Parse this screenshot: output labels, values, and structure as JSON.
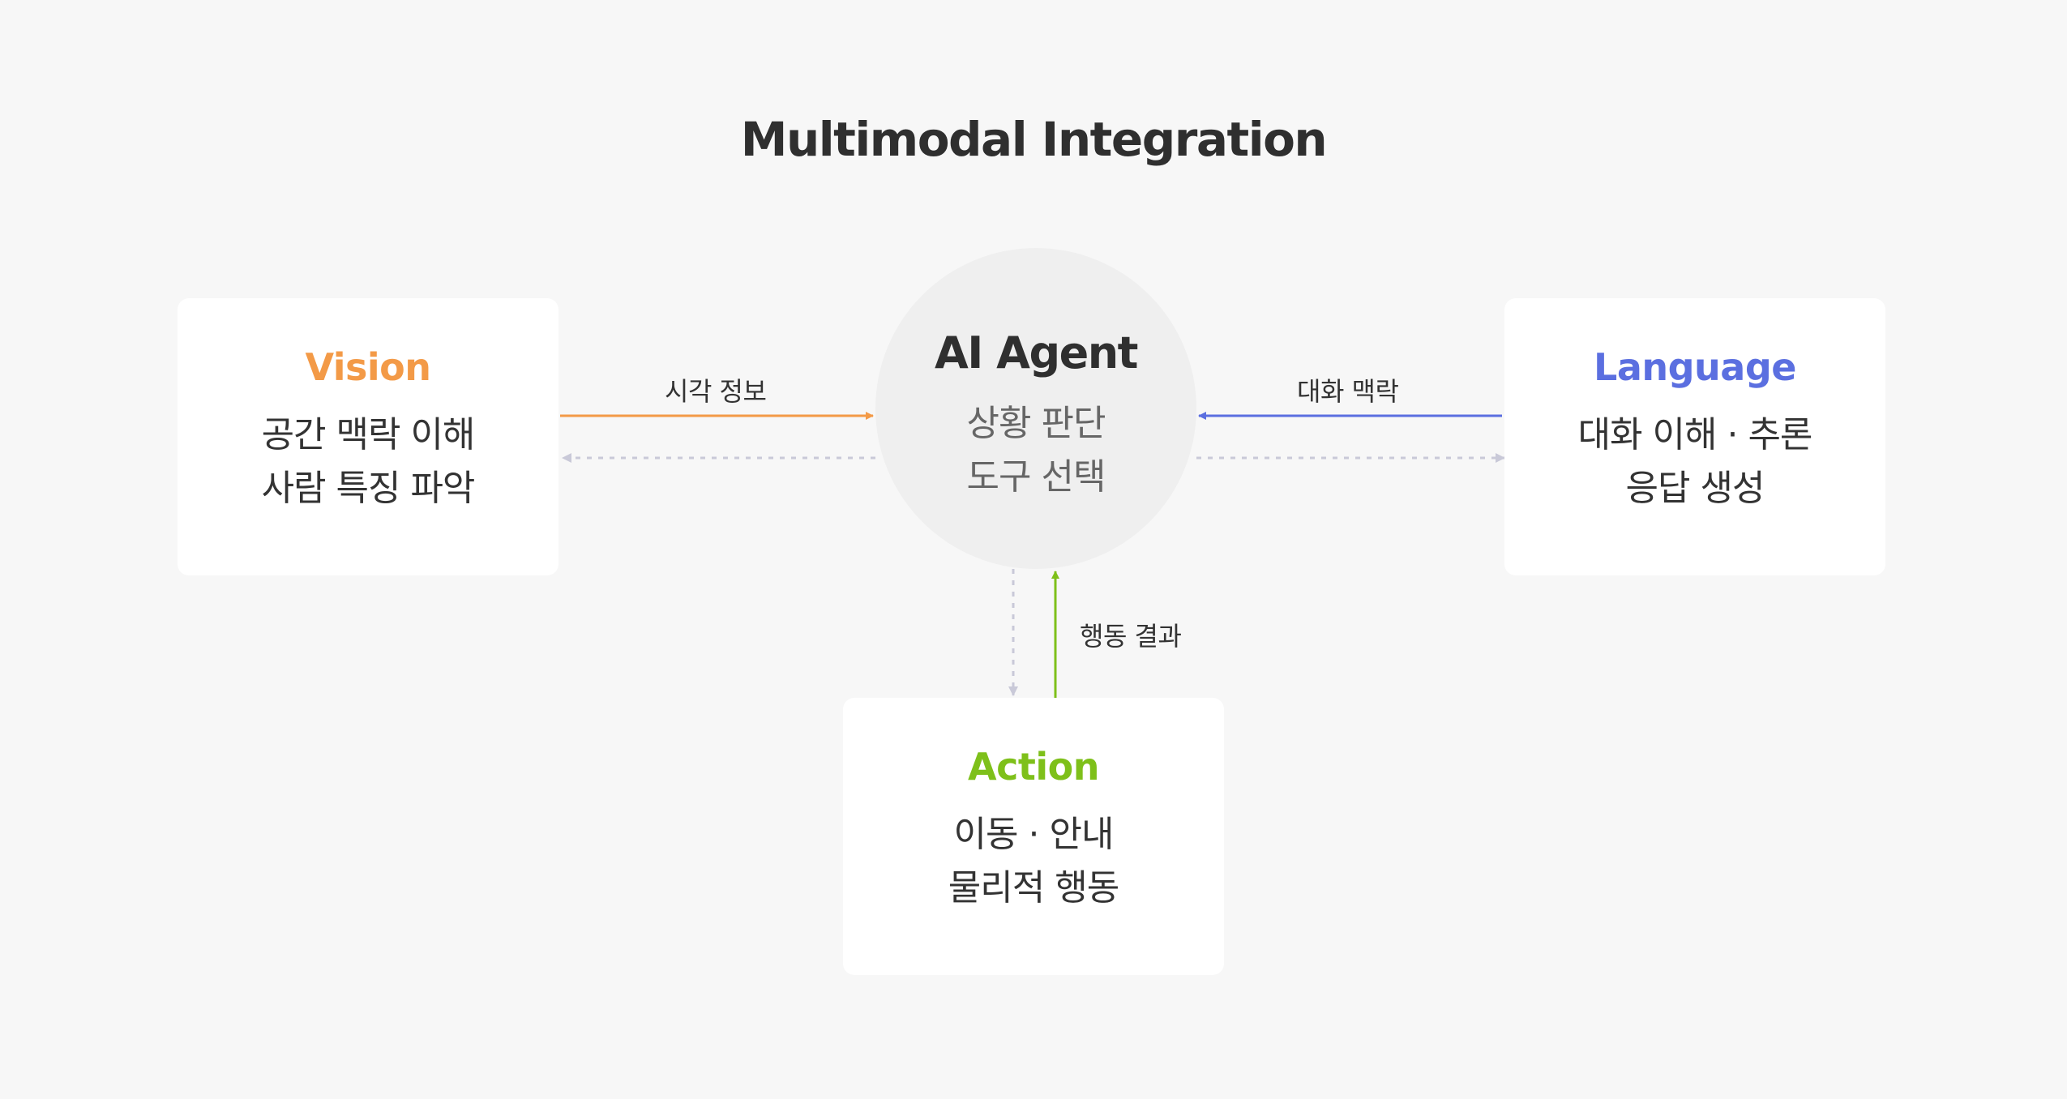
{
  "title": "Multimodal Integration",
  "colors": {
    "background": "#f7f7f7",
    "vision": "#f39a47",
    "language": "#5b6fe0",
    "action": "#7ec01a",
    "feedback": "#c9c9d8",
    "hub": "#efefef",
    "card": "#ffffff"
  },
  "hub": {
    "title": "AI Agent",
    "lines": [
      "상황 판단",
      "도구 선택"
    ]
  },
  "vision": {
    "title": "Vision",
    "lines": [
      "공간 맥락 이해",
      "사람 특징 파악"
    ],
    "edge_label": "시각 정보"
  },
  "language": {
    "title": "Language",
    "lines": [
      "대화 이해 · 추론",
      "응답 생성"
    ],
    "edge_label": "대화 맥락"
  },
  "action": {
    "title": "Action",
    "lines": [
      "이동 · 안내",
      "물리적 행동"
    ],
    "edge_label": "행동 결과"
  }
}
